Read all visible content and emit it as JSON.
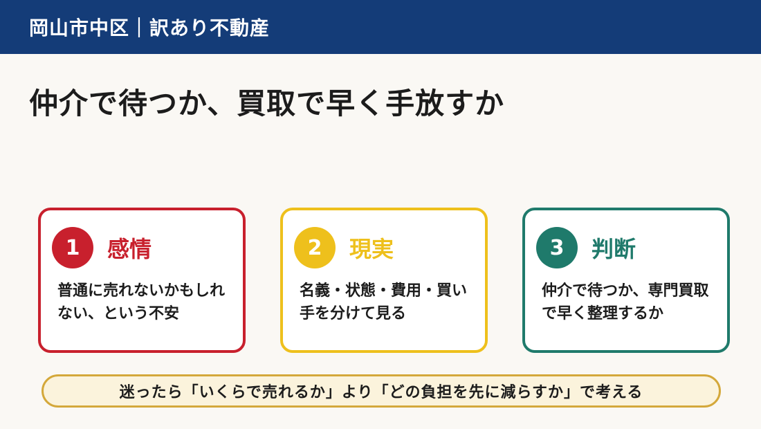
{
  "header": {
    "title": "岡山市中区｜訳あり不動産"
  },
  "main": {
    "title": "仲介で待つか、買取で早く手放すか"
  },
  "cards": [
    {
      "number": "1",
      "title": "感情",
      "body": "普通に売れないかもしれない、という不安",
      "color": "#c8202d"
    },
    {
      "number": "2",
      "title": "現実",
      "body": "名義・状態・費用・買い手を分けて見る",
      "color": "#eec01c"
    },
    {
      "number": "3",
      "title": "判断",
      "body": "仲介で待つか、専門買取で早く整理するか",
      "color": "#1f7a6b"
    }
  ],
  "footer": {
    "message": "迷ったら「いくらで売れるか」より「どの負担を先に減らすか」で考える"
  }
}
